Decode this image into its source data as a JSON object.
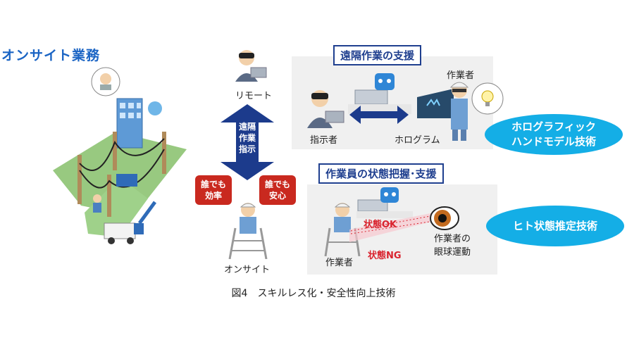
{
  "onsite_work": {
    "title": "オンサイト業務"
  },
  "remote": {
    "label": "リモート"
  },
  "arrow": {
    "label_line1": "遠隔",
    "label_line2": "作業",
    "label_line3": "指示"
  },
  "onsite": {
    "label": "オンサイト",
    "bubble_left_line1": "誰でも",
    "bubble_left_line2": "効率",
    "bubble_right_line1": "誰でも",
    "bubble_right_line2": "安心"
  },
  "remote_support": {
    "title": "遠隔作業の支援",
    "instructor_label": "指示者",
    "hologram_label": "ホログラム",
    "worker_label": "作業者"
  },
  "worker_state": {
    "title": "作業員の状態把握･支援",
    "worker_label": "作業者",
    "state_ok": "状態OK",
    "state_ng": "状態NG",
    "eye_label_line1": "作業者の",
    "eye_label_line2": "眼球運動"
  },
  "technologies": {
    "hologram_tech_line1": "ホログラフィック",
    "hologram_tech_line2": "ハンドモデル技術",
    "human_state_tech": "ヒト状態推定技術"
  },
  "caption": "図4　スキルレス化・安全性向上技術",
  "colors": {
    "title_blue": "#1a64c4",
    "box_navy": "#1f3f8f",
    "pill_cyan": "#14aee6",
    "alert_red": "#c9291f",
    "arrow_navy": "#1c3b8c"
  }
}
